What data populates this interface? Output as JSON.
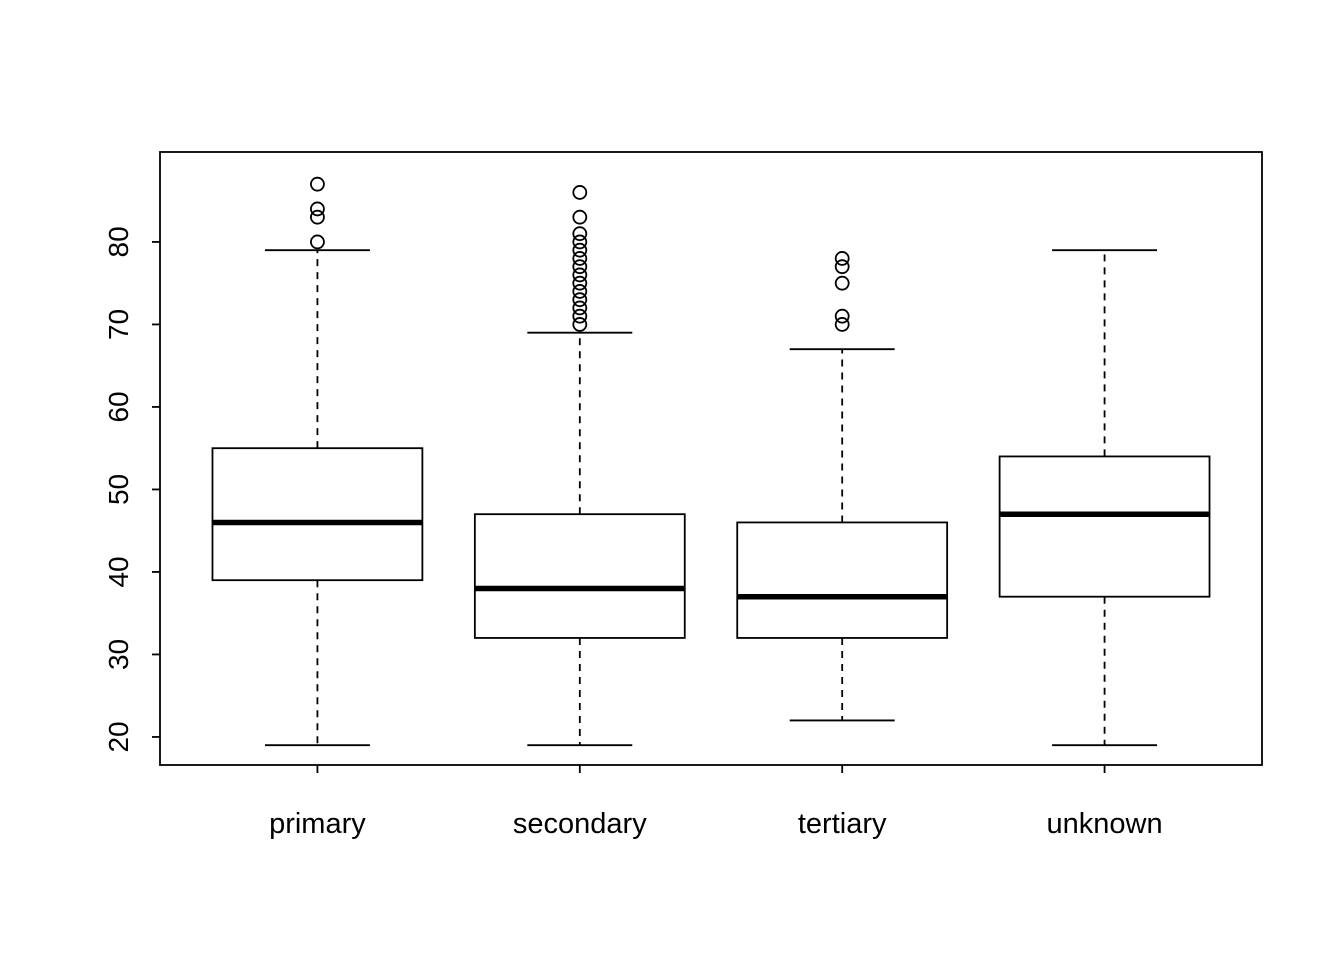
{
  "figure": {
    "background": "#ffffff",
    "line_color": "#000000",
    "box_fill": "#ffffff"
  },
  "chart_data": {
    "type": "boxplot",
    "title": "",
    "xlabel": "",
    "ylabel": "",
    "categories": [
      "primary",
      "secondary",
      "tertiary",
      "unknown"
    ],
    "y_ticks": [
      20,
      30,
      40,
      50,
      60,
      70,
      80
    ],
    "ylim": [
      16.6,
      90.9
    ],
    "grid": false,
    "legend": "none",
    "series": [
      {
        "name": "primary",
        "whisker_low": 19,
        "q1": 39,
        "median": 46,
        "q3": 55,
        "whisker_high": 79,
        "outliers": [
          80,
          83,
          84,
          87
        ]
      },
      {
        "name": "secondary",
        "whisker_low": 19,
        "q1": 32,
        "median": 38,
        "q3": 47,
        "whisker_high": 69,
        "outliers": [
          70,
          71,
          72,
          73,
          74,
          75,
          76,
          77,
          78,
          79,
          80,
          81,
          83,
          86
        ]
      },
      {
        "name": "tertiary",
        "whisker_low": 22,
        "q1": 32,
        "median": 37,
        "q3": 46,
        "whisker_high": 67,
        "outliers": [
          70,
          71,
          75,
          77,
          78
        ]
      },
      {
        "name": "unknown",
        "whisker_low": 19,
        "q1": 37,
        "median": 47,
        "q3": 54,
        "whisker_high": 79,
        "outliers": []
      }
    ]
  }
}
